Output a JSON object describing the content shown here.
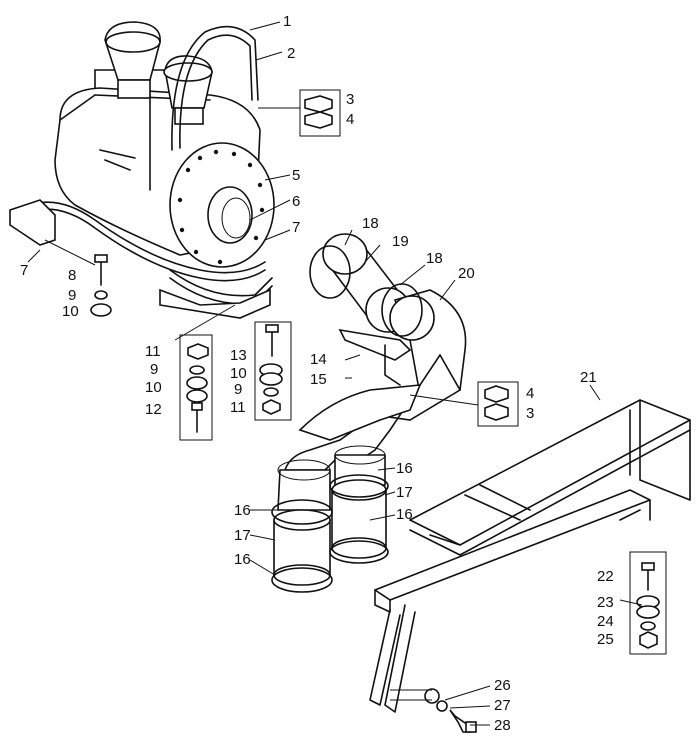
{
  "callouts": [
    {
      "id": "c1",
      "text": "1"
    },
    {
      "id": "c2",
      "text": "2"
    },
    {
      "id": "c3a",
      "text": "3"
    },
    {
      "id": "c4a",
      "text": "4"
    },
    {
      "id": "c5",
      "text": "5"
    },
    {
      "id": "c6",
      "text": "6"
    },
    {
      "id": "c7a",
      "text": "7"
    },
    {
      "id": "c7b",
      "text": "7"
    },
    {
      "id": "c8",
      "text": "8"
    },
    {
      "id": "c9a",
      "text": "9"
    },
    {
      "id": "c10a",
      "text": "10"
    },
    {
      "id": "c11a",
      "text": "11"
    },
    {
      "id": "c9b",
      "text": "9"
    },
    {
      "id": "c10b",
      "text": "10"
    },
    {
      "id": "c12",
      "text": "12"
    },
    {
      "id": "c13",
      "text": "13"
    },
    {
      "id": "c10c",
      "text": "10"
    },
    {
      "id": "c9c",
      "text": "9"
    },
    {
      "id": "c11b",
      "text": "11"
    },
    {
      "id": "c14",
      "text": "14"
    },
    {
      "id": "c15",
      "text": "15"
    },
    {
      "id": "c18a",
      "text": "18"
    },
    {
      "id": "c19",
      "text": "19"
    },
    {
      "id": "c18b",
      "text": "18"
    },
    {
      "id": "c20",
      "text": "20"
    },
    {
      "id": "c4b",
      "text": "4"
    },
    {
      "id": "c3b",
      "text": "3"
    },
    {
      "id": "c21",
      "text": "21"
    },
    {
      "id": "c16a",
      "text": "16"
    },
    {
      "id": "c17a",
      "text": "17"
    },
    {
      "id": "c16b",
      "text": "16"
    },
    {
      "id": "c16c",
      "text": "16"
    },
    {
      "id": "c17b",
      "text": "17"
    },
    {
      "id": "c16d",
      "text": "16"
    },
    {
      "id": "c22",
      "text": "22"
    },
    {
      "id": "c23",
      "text": "23"
    },
    {
      "id": "c24",
      "text": "24"
    },
    {
      "id": "c25",
      "text": "25"
    },
    {
      "id": "c26",
      "text": "26"
    },
    {
      "id": "c27",
      "text": "27"
    },
    {
      "id": "c28",
      "text": "28"
    }
  ]
}
